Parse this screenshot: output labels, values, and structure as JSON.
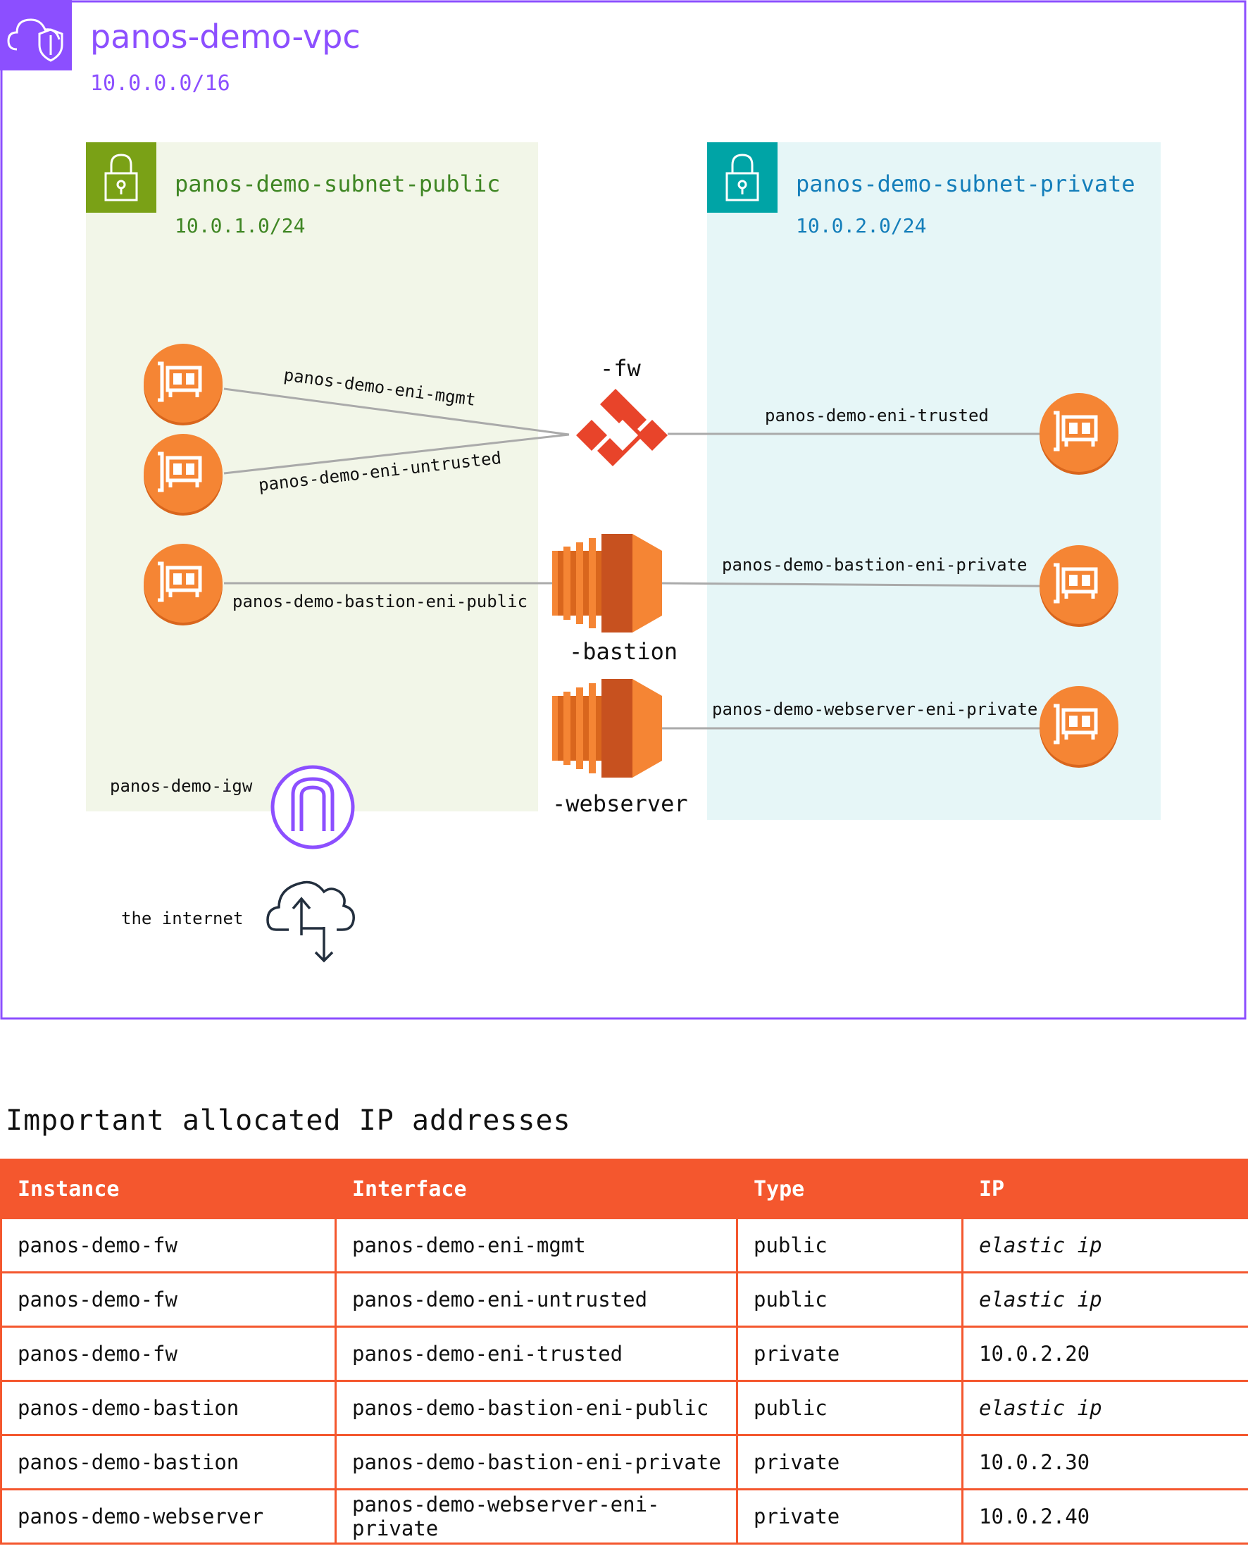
{
  "vpc": {
    "name": "panos-demo-vpc",
    "cidr": "10.0.0.0/16",
    "color": "#8c4fff"
  },
  "subnets": {
    "public": {
      "name": "panos-demo-subnet-public",
      "cidr": "10.0.1.0/24",
      "color": "#7aa116",
      "background": "#f2f6e8"
    },
    "private": {
      "name": "panos-demo-subnet-private",
      "cidr": "10.0.2.0/24",
      "color": "#00a4a6",
      "text_color": "#147eba",
      "background": "#e6f6f7"
    }
  },
  "nodes": {
    "fw": {
      "label": "-fw",
      "icon": "palo-alto-firewall-icon"
    },
    "bastion": {
      "label": "-bastion",
      "icon": "ec2-instance-icon"
    },
    "webserver": {
      "label": "-webserver",
      "icon": "ec2-instance-icon"
    },
    "igw": {
      "label": "panos-demo-igw",
      "icon": "internet-gateway-icon"
    },
    "internet": {
      "label": "the internet",
      "icon": "internet-cloud-icon"
    }
  },
  "connections": {
    "eni_mgmt": "panos-demo-eni-mgmt",
    "eni_untrusted": "panos-demo-eni-untrusted",
    "eni_trusted": "panos-demo-eni-trusted",
    "bastion_eni_public": "panos-demo-bastion-eni-public",
    "bastion_eni_private": "panos-demo-bastion-eni-private",
    "webserver_eni_private": "panos-demo-webserver-eni-private"
  },
  "eni_icon": "network-interface-icon",
  "colors": {
    "eni": "#f58534",
    "table_header": "#f4572e",
    "firewall": "#e8442a",
    "line": "#aaaaaa"
  },
  "ip_table": {
    "title": "Important allocated IP addresses",
    "headers": [
      "Instance",
      "Interface",
      "Type",
      "IP"
    ],
    "rows": [
      [
        "panos-demo-fw",
        "panos-demo-eni-mgmt",
        "public",
        "elastic ip"
      ],
      [
        "panos-demo-fw",
        "panos-demo-eni-untrusted",
        "public",
        "elastic ip"
      ],
      [
        "panos-demo-fw",
        "panos-demo-eni-trusted",
        "private",
        "10.0.2.20"
      ],
      [
        "panos-demo-bastion",
        "panos-demo-bastion-eni-public",
        "public",
        "elastic ip"
      ],
      [
        "panos-demo-bastion",
        "panos-demo-bastion-eni-private",
        "private",
        "10.0.2.30"
      ],
      [
        "panos-demo-webserver",
        "panos-demo-webserver-eni-private",
        "private",
        "10.0.2.40"
      ]
    ]
  }
}
